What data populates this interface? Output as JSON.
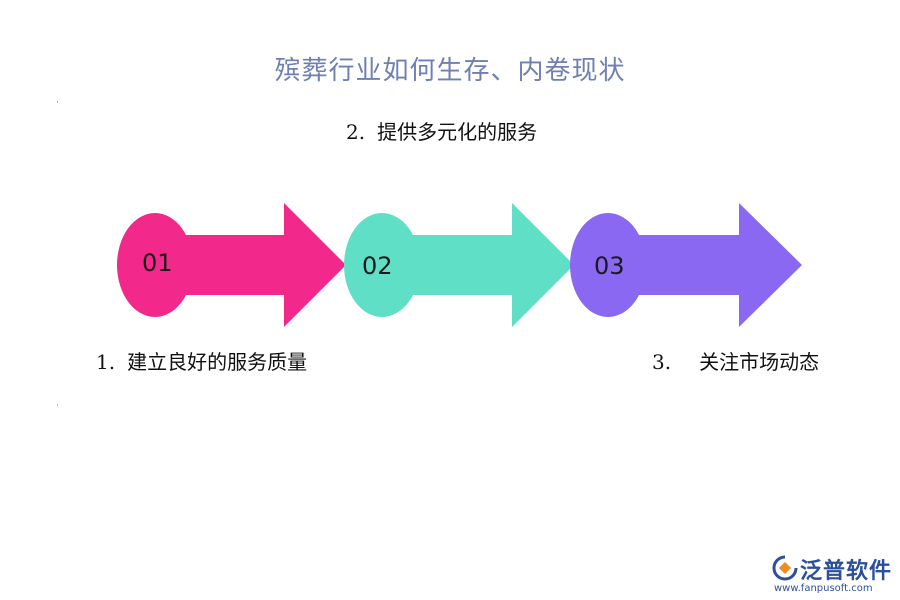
{
  "title": "殡葬行业如何生存、内卷现状",
  "steps": [
    {
      "badge": "01",
      "number": "1.",
      "text": "建立良好的服务质量",
      "color": "#f2288a"
    },
    {
      "badge": "02",
      "number": "2.",
      "text": "提供多元化的服务",
      "color": "#5fe0c6"
    },
    {
      "badge": "03",
      "number": "3.",
      "text": "关注市场动态",
      "color": "#8a68f2"
    }
  ],
  "logo": {
    "name": "泛普软件",
    "url": "www.fanpusoft.com"
  }
}
